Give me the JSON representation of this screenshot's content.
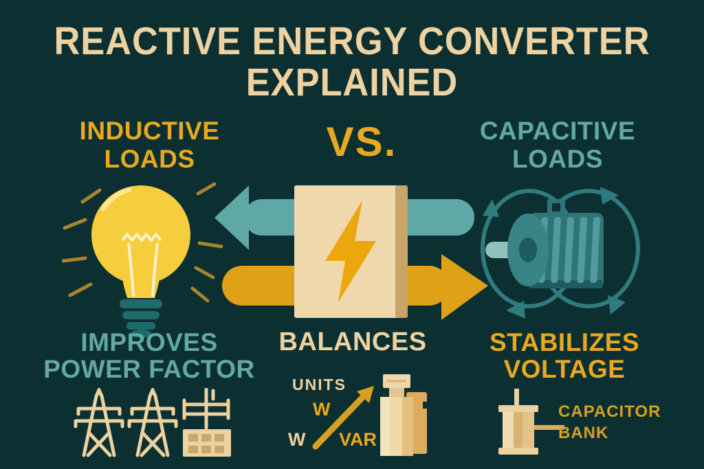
{
  "title": {
    "line1": "REACTIVE ENERGY CONVERTER",
    "line2": "EXPLAINED"
  },
  "versus": "VS.",
  "inductive": {
    "line1": "INDUCTIVE",
    "line2": "LOADS"
  },
  "capacitive": {
    "line1": "CAPACITIVE",
    "line2": "LOADS"
  },
  "benefits": {
    "left": {
      "line1": "IMPROVES",
      "line2": "POWER FACTOR"
    },
    "center": "BALANCES",
    "right": {
      "line1": "STABILIZES",
      "line2": "VOLTAGE"
    }
  },
  "units_chart": {
    "title": "UNITS",
    "upper_unit": "W",
    "lower_left_unit": "W",
    "lower_right_unit": "VAR"
  },
  "capacitor_bank": {
    "line1": "CAPACITOR",
    "line2": "BANK"
  },
  "icons": {
    "inductive_load": "lightbulb-icon",
    "converter": "lightning-bolt-icon",
    "reactive_flow": "teal-left-arrow",
    "active_flow": "gold-right-arrow",
    "capacitive_load": "motor-icon",
    "power_factor": "transmission-towers-and-substation-icons",
    "balance": "rising-arrow-icon",
    "stabilize": "capacitor-bank-icon"
  },
  "colors": {
    "background": "#0c3032",
    "cream": "#eed2a2",
    "gold": "#e9a81f",
    "deep_gold": "#d9a01f",
    "olive_gold": "#a8842f",
    "teal": "#63a9a3",
    "arrow_teal": "#5fa8a6",
    "arrow_gold": "#dfa117",
    "box_cream": "#efd8ab",
    "box_edge": "#c8a468",
    "bolt": "#eca60e",
    "bulb_yellow": "#f5cd3d",
    "bulb_light": "#fbe78f",
    "filament": "#fdf2cd",
    "base_teal": "#1e6b6c",
    "motor_body": "#2e7579",
    "motor_mid": "#3a8387",
    "motor_fin": "#54999c",
    "motor_dark": "#1d5c60",
    "motor_light": "#8fc2bd",
    "arc": "#2f7b7e",
    "icon_cream": "#ecd2a0",
    "icon_tan": "#c9a76b",
    "bottle_tan": "#dcab5e"
  }
}
